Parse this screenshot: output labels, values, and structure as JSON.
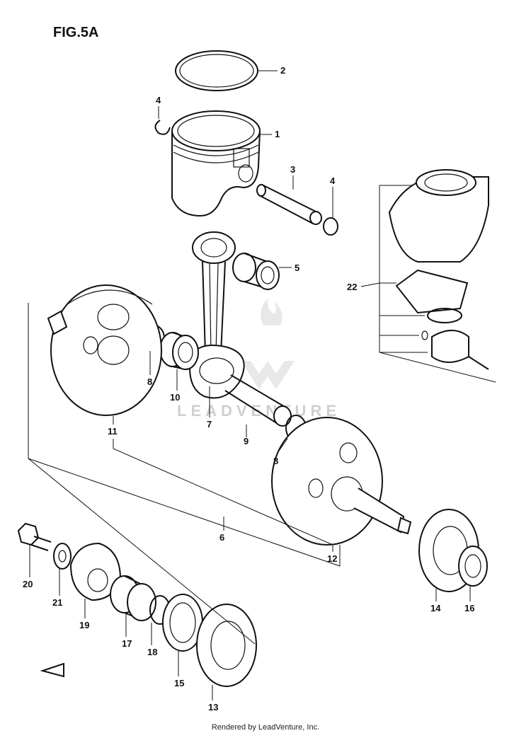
{
  "figure": {
    "title": "FIG.5A"
  },
  "callouts": [
    {
      "id": "2",
      "label": "2"
    },
    {
      "id": "4a",
      "label": "4"
    },
    {
      "id": "1",
      "label": "1"
    },
    {
      "id": "3",
      "label": "3"
    },
    {
      "id": "4b",
      "label": "4"
    },
    {
      "id": "5",
      "label": "5"
    },
    {
      "id": "22",
      "label": "22"
    },
    {
      "id": "8a",
      "label": "8"
    },
    {
      "id": "10",
      "label": "10"
    },
    {
      "id": "7",
      "label": "7"
    },
    {
      "id": "9",
      "label": "9"
    },
    {
      "id": "11",
      "label": "11"
    },
    {
      "id": "8b",
      "label": "8"
    },
    {
      "id": "6",
      "label": "6"
    },
    {
      "id": "12",
      "label": "12"
    },
    {
      "id": "20",
      "label": "20"
    },
    {
      "id": "21",
      "label": "21"
    },
    {
      "id": "19",
      "label": "19"
    },
    {
      "id": "17",
      "label": "17"
    },
    {
      "id": "18",
      "label": "18"
    },
    {
      "id": "15",
      "label": "15"
    },
    {
      "id": "13",
      "label": "13"
    },
    {
      "id": "14",
      "label": "14"
    },
    {
      "id": "16",
      "label": "16"
    }
  ],
  "watermark": {
    "text": "LEADVENTURE"
  },
  "footer": {
    "text": "Rendered by LeadVenture, Inc."
  }
}
